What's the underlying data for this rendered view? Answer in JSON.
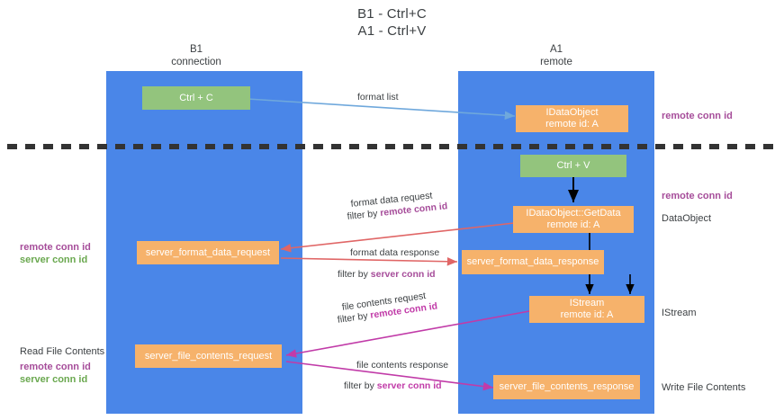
{
  "title": {
    "line1": "B1 - Ctrl+C",
    "line2": "A1 - Ctrl+V"
  },
  "columns": [
    {
      "name": "B1",
      "role": "connection"
    },
    {
      "name": "A1",
      "role": "remote"
    }
  ],
  "boxes": {
    "ctrl_c": {
      "line1": "Ctrl + C",
      "line2": ""
    },
    "ctrl_v": {
      "line1": "Ctrl + V",
      "line2": ""
    },
    "idataobject": {
      "line1": "IDataObject",
      "line2": "remote id: A"
    },
    "getdata": {
      "line1": "IDataObject::GetData",
      "line2": "remote id: A"
    },
    "istream": {
      "line1": "IStream",
      "line2": "remote id: A"
    },
    "server_format_data_request": {
      "line1": "server_format_data_request",
      "line2": ""
    },
    "server_format_data_response": {
      "line1": "server_format_data_response",
      "line2": ""
    },
    "server_file_contents_request": {
      "line1": "server_file_contents_request",
      "line2": ""
    },
    "server_file_contents_response": {
      "line1": "server_file_contents_response",
      "line2": ""
    }
  },
  "arrow_labels": {
    "format_list": "format list",
    "format_data_request": "format data request",
    "format_data_request_filter_prefix": "filter by ",
    "format_data_request_filter_key": "remote conn id",
    "format_data_response": "format data response",
    "format_data_response_filter_prefix": "filter by ",
    "format_data_response_filter_key": "server conn id",
    "file_contents_request": "file contents request",
    "file_contents_request_filter_prefix": "filter by ",
    "file_contents_request_filter_key": "remote conn id",
    "file_contents_response": "file contents response",
    "file_contents_response_filter_prefix": "filter by ",
    "file_contents_response_filter_key": "server conn id"
  },
  "annotations": {
    "right_remote_conn_id_top": "remote conn id",
    "right_remote_conn_id_mid": "remote conn id",
    "right_dataobject": "DataObject",
    "right_istream": "IStream",
    "right_write_file_contents": "Write File Contents",
    "left_remote_conn_id_mid": "remote conn id",
    "left_server_conn_id_mid": "server conn id",
    "left_read_file_contents": "Read File Contents",
    "left_remote_conn_id_bot": "remote conn id",
    "left_server_conn_id_bot": "server conn id"
  },
  "colors": {
    "lane": "#4a86e8",
    "box_orange": "#f6b26b",
    "box_green": "#93c47d",
    "accent_purple": "#a64d9a",
    "accent_green": "#6aa84f",
    "accent_magenta": "#c13ba8",
    "arrow_red": "#e06666",
    "arrow_blue": "#6fa8dc",
    "arrow_black": "#000000",
    "divider": "#333333"
  }
}
